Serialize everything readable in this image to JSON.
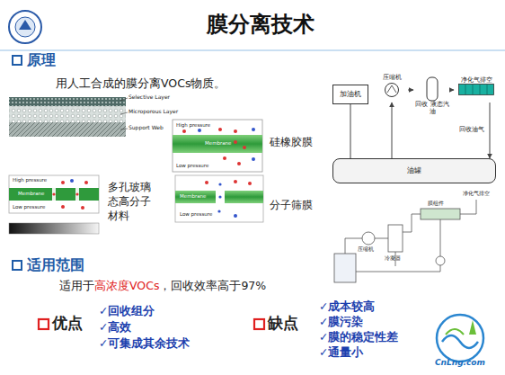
{
  "diagram": {
    "title": "膜分离技术",
    "nodes": [
      {
        "text": [
          "加油机"
        ]
      },
      {
        "text": [
          "压缩机"
        ]
      },
      {
        "text": [
          "回收 液态汽油"
        ]
      },
      {
        "text": [
          "净化气排空"
        ]
      },
      {
        "text": [
          "油罐"
        ]
      }
    ],
    "edges": [
      {
        "from": 0,
        "to": 4,
        "arrow": "none"
      },
      {
        "from": 4,
        "to": 1,
        "arrow": "to"
      },
      {
        "from": 1,
        "to": 2,
        "arrow": "to"
      },
      {
        "from": 2,
        "to": 3,
        "arrow": "to"
      },
      {
        "from": 3,
        "to": 4,
        "arrow": "to",
        "label": "回收油气"
      }
    ],
    "labels": [
      "原理",
      "用人工合成的膜分离VOCs物质。",
      "Selective Layer",
      "Microporous Layer",
      "Support Web",
      "High pressure",
      "Membrane",
      "Low pressure",
      "硅橡胶膜",
      "High pressure",
      "Membrane",
      "Low pressure",
      "多孔玻璃 态高分子 材料",
      "Membrane",
      "Low pressure",
      "分子筛膜",
      "压缩机",
      "冷凝器",
      "膜组件",
      "净化气排空",
      "适用范围",
      "适用于",
      "高浓度VOCs",
      "，回收效率高于97%",
      "优点",
      "✓回收组分",
      "✓高效",
      "✓可集成其余技术",
      "缺点",
      "✓成本较高",
      "✓膜污染",
      "✓膜的稳定性差",
      "✓通量小",
      "CnLng.com"
    ]
  }
}
